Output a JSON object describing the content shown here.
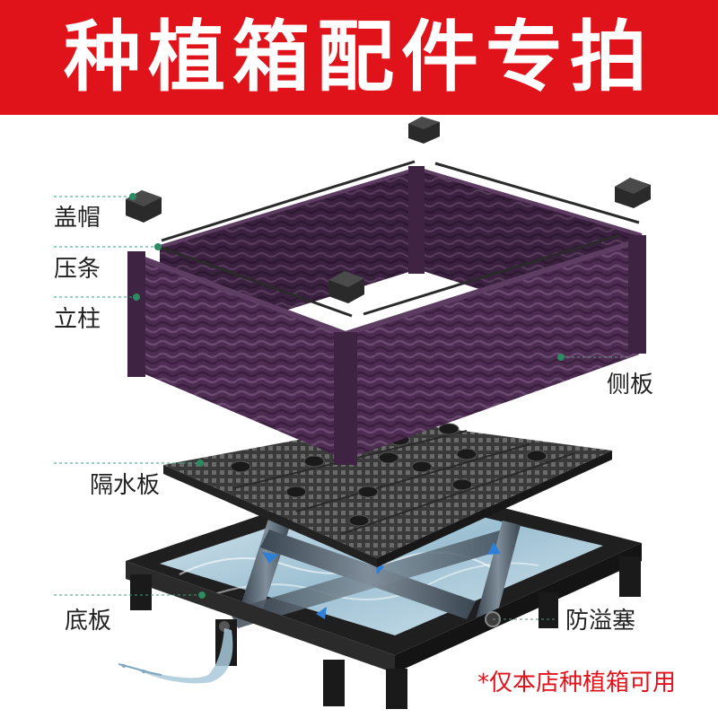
{
  "banner": {
    "title": "种植箱配件专拍"
  },
  "labels": {
    "cap": "盖帽",
    "strip": "压条",
    "post": "立柱",
    "side_panel": "侧板",
    "water_board": "隔水板",
    "base_plate": "底板",
    "overflow_plug": "防溢塞"
  },
  "note": "*仅本店种植箱可用",
  "colors": {
    "banner": "#e0131b",
    "planter": "#4a2a4f",
    "base": "#1e1e1e",
    "water": "#8ab4c8",
    "arrow": "#2f7fd6"
  },
  "icons": [
    "cap-icon",
    "water-splash-icon",
    "flow-arrow-icon"
  ]
}
